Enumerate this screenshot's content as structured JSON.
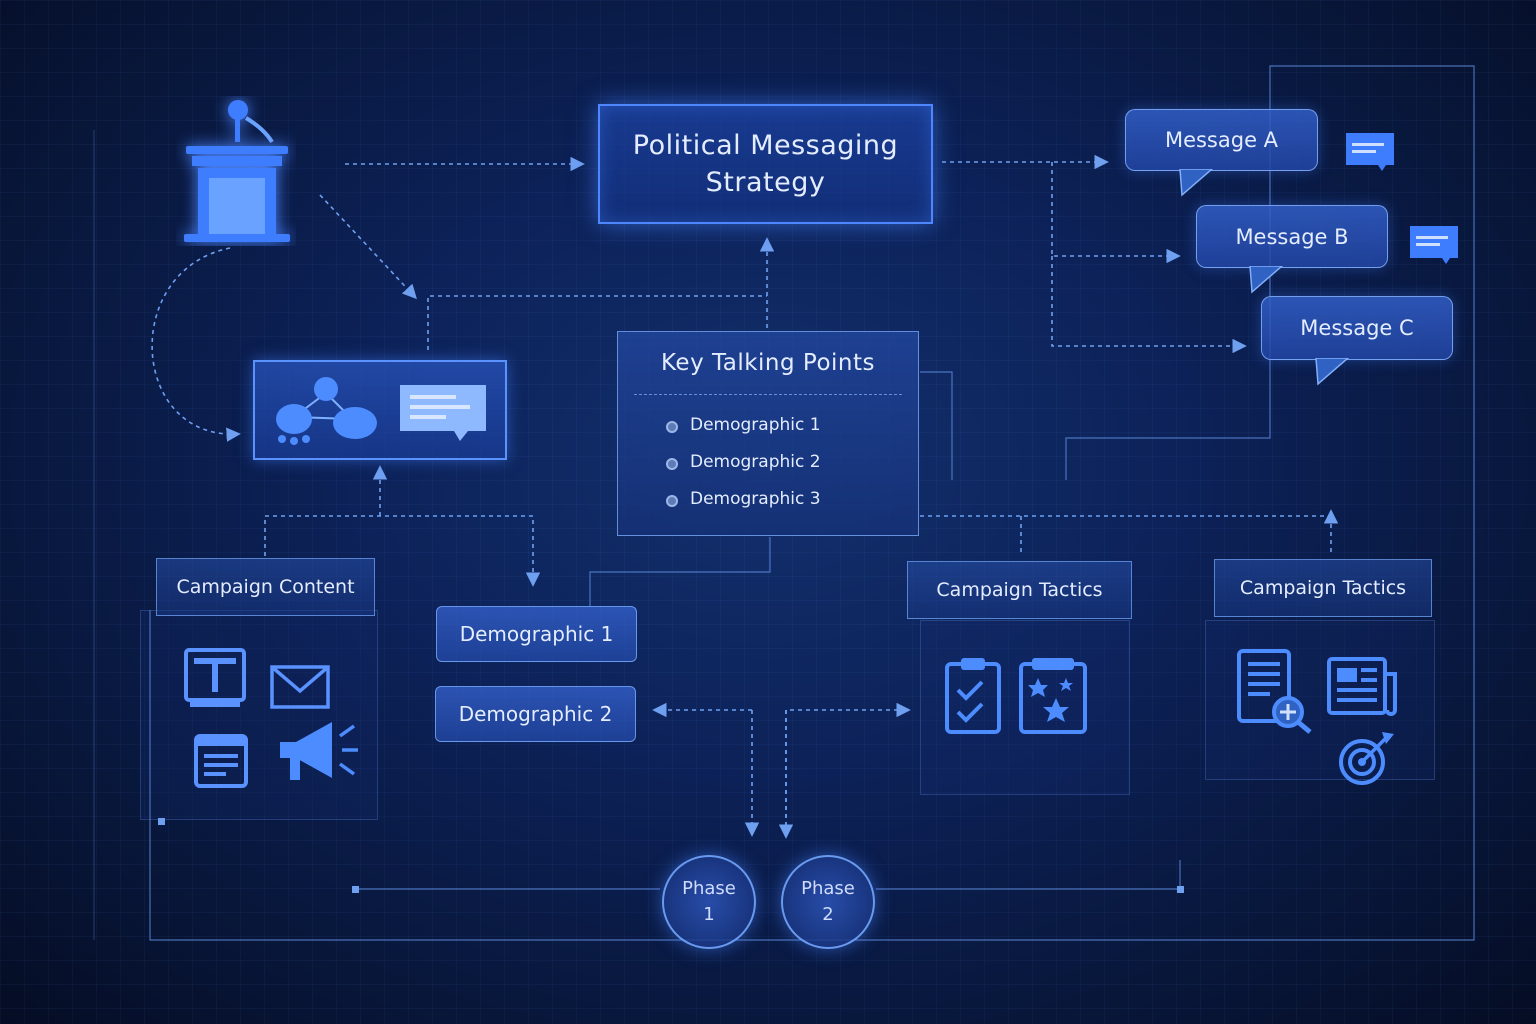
{
  "colors": {
    "background": "#0a1a45",
    "accent": "#4e86ff",
    "line": "#6fa0f0",
    "text": "#e4edff"
  },
  "diagram": {
    "title": "Political Messaging Strategy",
    "key_talking_points": {
      "title": "Key Talking Points",
      "items": [
        "Demographic 1",
        "Demographic 2",
        "Demographic 3"
      ]
    },
    "messages": [
      "Message A",
      "Message B",
      "Message C"
    ],
    "campaign_content": {
      "label": "Campaign Content",
      "icons": [
        "presentation-screen-icon",
        "envelope-icon",
        "document-icon",
        "megaphone-icon"
      ]
    },
    "demographics": [
      "Demographic 1",
      "Demographic 2"
    ],
    "campaign_tactics_1": {
      "label": "Campaign Tactics",
      "icons": [
        "checklist-clipboard-icon",
        "star-clipboard-icon"
      ]
    },
    "campaign_tactics_2": {
      "label": "Campaign Tactics",
      "icons": [
        "document-search-icon",
        "newspaper-icon",
        "target-icon"
      ]
    },
    "phases": [
      {
        "word": "Phase",
        "num": "1"
      },
      {
        "word": "Phase",
        "num": "2"
      }
    ],
    "top_left_icons": [
      "podium-microphone-icon",
      "social-network-chat-icon"
    ]
  }
}
